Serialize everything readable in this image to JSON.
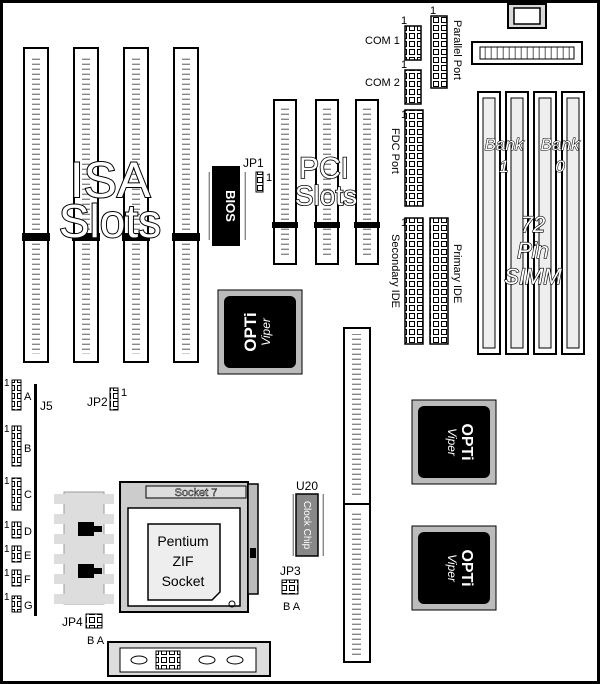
{
  "labels": {
    "isa_line1": "ISA",
    "isa_line2": "Slots",
    "pci_line1": "PCI",
    "pci_line2": "Slots",
    "bios": "BIOS",
    "jp1": "JP1",
    "jp2": "JP2",
    "jp3": "JP3",
    "jp4": "JP4",
    "one": "1",
    "ba": "B A",
    "com1": "COM 1",
    "com2": "COM 2",
    "parallel_port": "Parallel Port",
    "fdc_port": "FDC Port",
    "secondary_ide": "Secondary IDE",
    "primary_ide": "Primary IDE",
    "bank1_line1": "Bank",
    "bank1_line2": "1",
    "bank0_line1": "Bank",
    "bank0_line2": "0",
    "simm_line1": "72",
    "simm_line2": "Pin",
    "simm_line3": "SIMM",
    "opti": "OPTi",
    "viper": "Viper",
    "j5": "J5",
    "j5_a": "A",
    "j5_b": "B",
    "j5_c": "C",
    "j5_d": "D",
    "j5_e": "E",
    "j5_f": "F",
    "j5_g": "G",
    "socket7": "Socket  7",
    "socket_line1": "Pentium",
    "socket_line2": "ZIF",
    "socket_line3": "Socket",
    "u20": "U20",
    "clock_chip": "Clock Chip"
  }
}
